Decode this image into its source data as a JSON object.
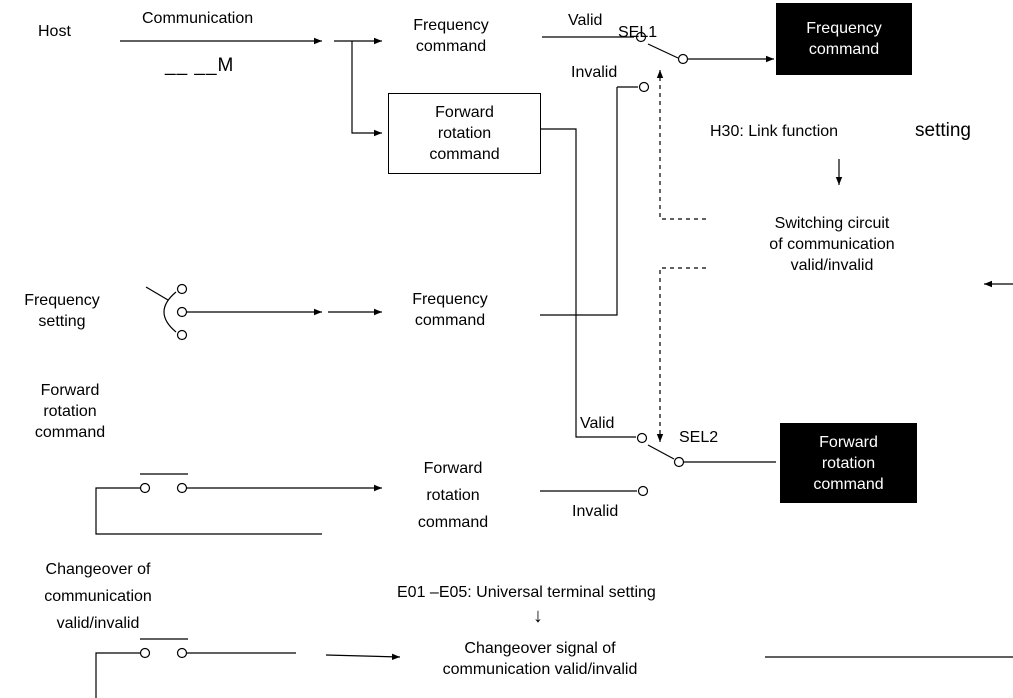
{
  "host": {
    "label": "Host",
    "communication": "Communication",
    "blank_marker": "__ __M"
  },
  "comm_paths": {
    "frequency_command": "Frequency\ncommand",
    "forward_rotation_command": "Forward\nrotation\ncommand"
  },
  "sel1": {
    "label": "SEL1",
    "valid": "Valid",
    "invalid": "Invalid",
    "output": "Frequency\ncommand"
  },
  "link_function": {
    "setting": "H30: Link function",
    "setting_suffix": "setting",
    "switching_circuit": "Switching circuit\nof communication\nvalid/invalid"
  },
  "terminal_inputs": {
    "frequency_setting": "Frequency\nsetting",
    "frequency_command": "Frequency\ncommand",
    "forward_rotation_title": "Forward\nrotation\ncommand",
    "forward_rotation_command": "Forward\nrotation\ncommand"
  },
  "sel2": {
    "label": "SEL2",
    "valid": "Valid",
    "invalid": "Invalid",
    "output": "Forward\nrotation\ncommand"
  },
  "changeover": {
    "title": "Changeover of\ncommunication\nvalid/invalid",
    "universal_terminal": "E01 –E05: Universal terminal setting",
    "arrow": "↓",
    "signal": "Changeover signal of\ncommunication valid/invalid"
  }
}
